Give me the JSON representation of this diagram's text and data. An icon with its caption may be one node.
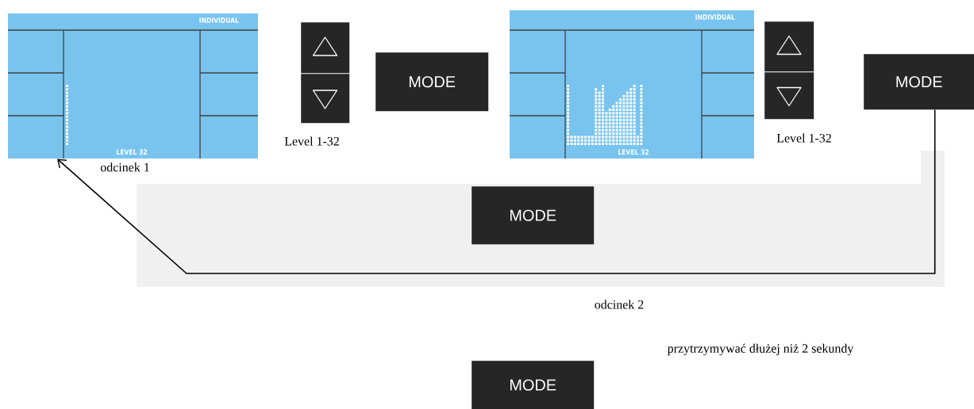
{
  "diagram": {
    "nodes": [
      {
        "text": [
          "INDIVIDUAL",
          "LEVEL 32"
        ],
        "beside": [
          "odcinek 1"
        ]
      },
      {
        "text": [],
        "shape": "box"
      },
      {
        "text": [],
        "shape": "box"
      },
      {
        "text": [
          "MODE"
        ]
      },
      {
        "text": [
          "INDIVIDUAL",
          "LEVEL 32"
        ]
      },
      {
        "text": [],
        "shape": "box"
      },
      {
        "text": [],
        "shape": "box"
      },
      {
        "text": [
          "MODE"
        ]
      },
      {
        "text": [
          "MODE"
        ]
      },
      {
        "text": [
          "MODE"
        ]
      }
    ],
    "edges": [
      {
        "from": 7,
        "to": 0,
        "arrow": "to"
      }
    ],
    "labels": [
      "Level 1-32",
      "Level 1-32",
      "odcinek 2",
      "przytrzymywać dłużej niż 2 sekundy"
    ]
  }
}
